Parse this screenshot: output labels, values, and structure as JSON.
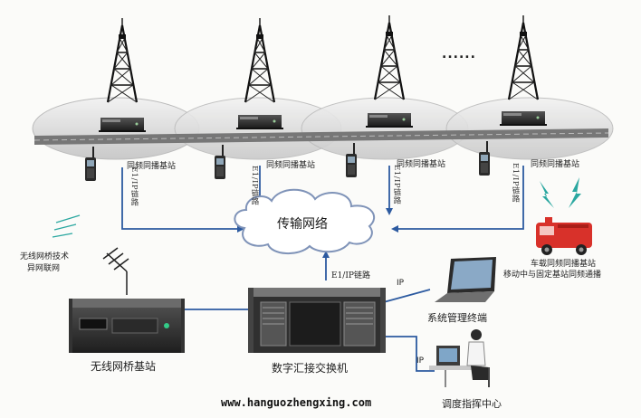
{
  "base_station_label": "同频同播基站",
  "link_label": "E1/IP链路",
  "ellipsis": "......",
  "cloud_label": "传输网络",
  "wireless_bridge_tech": [
    "无线网桥技术",
    "异网联网"
  ],
  "wireless_bridge_station": "无线网桥基站",
  "e1ip_trunk_label": "E1/IP链路",
  "ip_label_mgmt": "IP",
  "ip_label_dispatch": "IP",
  "mgmt_terminal": "系统管理终端",
  "digital_switch": "数字汇接交换机",
  "dispatch_center": "调度指挥中心",
  "vehicle_station": [
    "车载同频同播基站",
    "移动中与固定基站同频通播"
  ],
  "footer_url": "www.hanguozhengxing.com",
  "colors": {
    "link_line": "#2c5aa0",
    "ellipse": "#d9d9d9",
    "vehicle": "#d8312a"
  }
}
